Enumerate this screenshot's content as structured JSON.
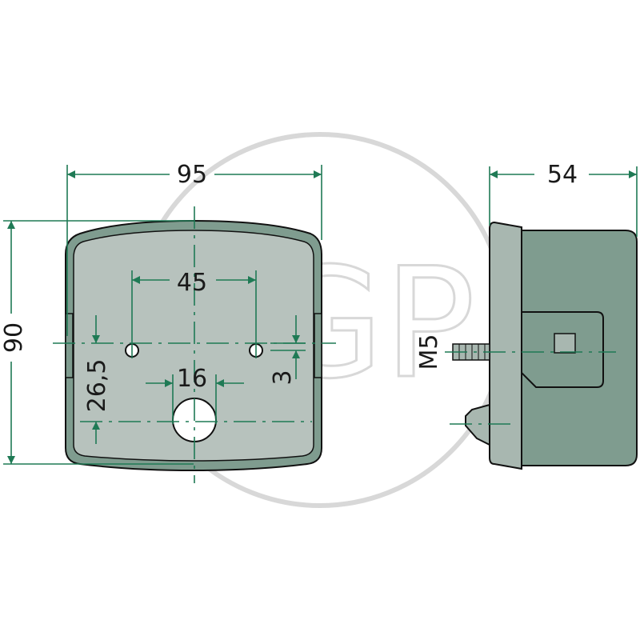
{
  "watermark": {
    "text": "AGP"
  },
  "front_view": {
    "width_label": "95",
    "height_label": "90",
    "hole_spacing_label": "45",
    "center_hole_label": "16",
    "hole_offset_label": "3",
    "center_hole_height_label": "26,5"
  },
  "side_view": {
    "depth_label": "54",
    "thread_label": "M5"
  },
  "colors": {
    "dimension": "#1f7a55",
    "housing_dark": "#7f9c8f",
    "housing_light": "#a8b7b0",
    "lens": "#b7c2bd",
    "outline": "#111111"
  }
}
